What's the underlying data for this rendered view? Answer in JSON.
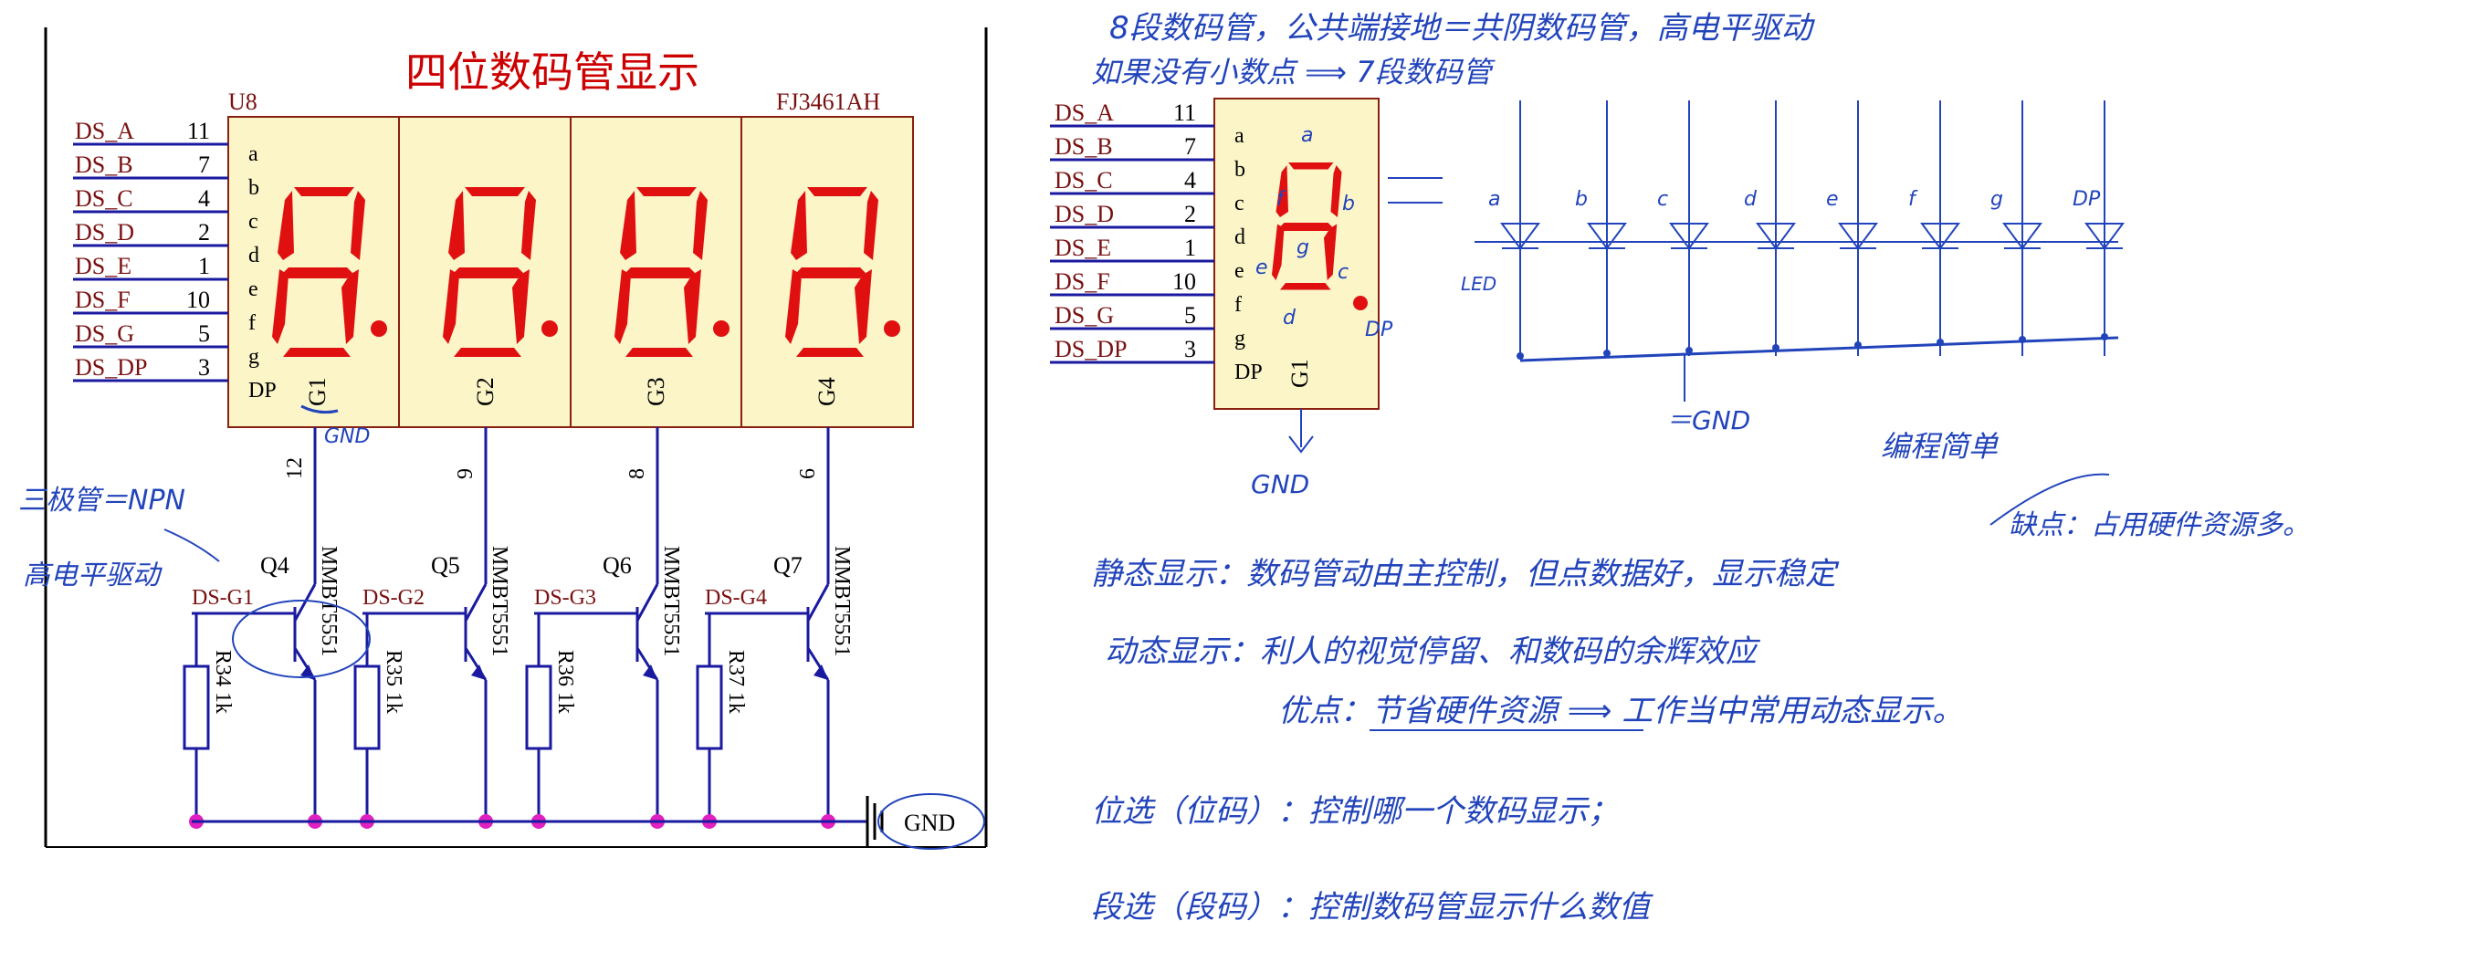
{
  "left_schematic": {
    "title": "四位数码管显示",
    "ref": "U8",
    "part": "FJ3461AH",
    "pins": [
      {
        "name": "DS_A",
        "num": "11"
      },
      {
        "name": "DS_B",
        "num": "7"
      },
      {
        "name": "DS_C",
        "num": "4"
      },
      {
        "name": "DS_D",
        "num": "2"
      },
      {
        "name": "DS_E",
        "num": "1"
      },
      {
        "name": "DS_F",
        "num": "10"
      },
      {
        "name": "DS_G",
        "num": "5"
      },
      {
        "name": "DS_DP",
        "num": "3"
      }
    ],
    "segments": [
      "a",
      "b",
      "c",
      "d",
      "e",
      "f",
      "g",
      "DP"
    ],
    "digits": [
      "G1",
      "G2",
      "G3",
      "G4"
    ],
    "digit_pin_nums": [
      "12",
      "9",
      "8",
      "6"
    ],
    "transistors": [
      {
        "ref": "Q4",
        "net": "DS-G1",
        "model": "MMBT5551",
        "res": "R34",
        "res_val": "1k"
      },
      {
        "ref": "Q5",
        "net": "DS-G2",
        "model": "MMBT5551",
        "res": "R35",
        "res_val": "1k"
      },
      {
        "ref": "Q6",
        "net": "DS-G3",
        "model": "MMBT5551",
        "res": "R36",
        "res_val": "1k"
      },
      {
        "ref": "Q7",
        "net": "DS-G4",
        "model": "MMBT5551",
        "res": "R37",
        "res_val": "1k"
      }
    ],
    "gnd_label": "GND"
  },
  "right_schematic": {
    "pins": [
      {
        "name": "DS_A",
        "num": "11"
      },
      {
        "name": "DS_B",
        "num": "7"
      },
      {
        "name": "DS_C",
        "num": "4"
      },
      {
        "name": "DS_D",
        "num": "2"
      },
      {
        "name": "DS_E",
        "num": "1"
      },
      {
        "name": "DS_F",
        "num": "10"
      },
      {
        "name": "DS_G",
        "num": "5"
      },
      {
        "name": "DS_DP",
        "num": "3"
      }
    ],
    "segments": [
      "a",
      "b",
      "c",
      "d",
      "e",
      "f",
      "g",
      "DP"
    ],
    "digit": "G1"
  },
  "annotations": {
    "line1": "8段数码管，公共端接地＝共阴数码管，高电平驱动",
    "line2": "如果没有小数点 ⟹ 7段数码管",
    "transistor_note": "三极管＝NPN",
    "high_level_note": "高电平驱动",
    "gnd_hand": "GND",
    "gnd_bus": "＝GND",
    "led_note": "LED",
    "led_labels": [
      "a",
      "b",
      "c",
      "d",
      "e",
      "f",
      "g",
      "DP"
    ],
    "seg_hand": [
      "a",
      "b",
      "c",
      "d",
      "e",
      "f",
      "g",
      "DP"
    ],
    "programming": "编程简单",
    "static": "静态显示：数码管动由主控制，但点数据好，显示稳定",
    "static_cons": "缺点：占用硬件资源多。",
    "dynamic": "动态显示：利人的视觉停留、和数码的余辉效应",
    "dynamic_pros": "优点：节省硬件资源 ⟹ 工作当中常用动态显示。",
    "bit_select": "位选（位码）：控制哪一个数码显示；",
    "seg_select": "段选（段码）：控制数码管显示什么数值"
  },
  "colors": {
    "segment_red": "#e01010",
    "display_fill": "#fbf5c8",
    "ink_blue": "#2244bb",
    "schematic_blue": "#1a1aa0",
    "net_red": "#7a1010",
    "junction": "#e020c0",
    "frame": "#000000"
  }
}
